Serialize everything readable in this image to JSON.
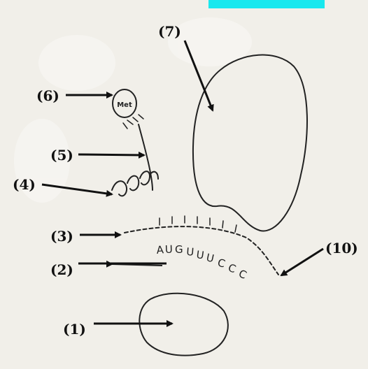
{
  "labels": {
    "l1": "(1)",
    "l2": "(2)",
    "l3": "(3)",
    "l4": "(4)",
    "l5": "(5)",
    "l6": "(6)",
    "l7": "(7)",
    "l10": "(10)"
  },
  "amino_acid": "Met",
  "mrna_codons": [
    "A",
    "U",
    "G",
    "U",
    "U",
    "U",
    "C",
    "C",
    "C"
  ],
  "colors": {
    "background": "#f1efe9",
    "ink": "#111111",
    "top_banner": "#19e8ee"
  }
}
